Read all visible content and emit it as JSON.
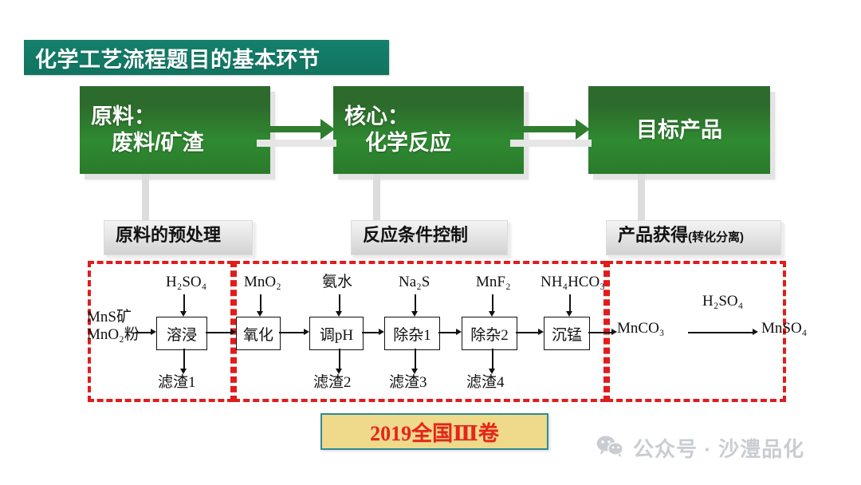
{
  "slide": {
    "title": "化学工艺流程题目的基本环节",
    "title_color": "#127d68"
  },
  "stages": [
    {
      "name": "raw-material",
      "line1": "原料：",
      "line2": "废料/矿渣",
      "align": "left"
    },
    {
      "name": "core-reaction",
      "line1": "核心：",
      "line2": "化学反应",
      "align": "left"
    },
    {
      "name": "target-product",
      "line1": "目标产品",
      "line2": "",
      "align": "center"
    }
  ],
  "stage_box_color": "#2f7d2f",
  "labels": [
    {
      "name": "pretreatment",
      "main": "原料的预处理",
      "note": ""
    },
    {
      "name": "condition-control",
      "main": "反应条件控制",
      "note": ""
    },
    {
      "name": "product-obtain",
      "main": "产品获得",
      "note": "(转化分离)"
    }
  ],
  "frame_color": "#e21b1b",
  "flow": {
    "inputs": {
      "feed_line1": "MnS矿",
      "feed_line2": "MnO₂粉"
    },
    "reagents": [
      {
        "name": "h2so4-leach",
        "text": "H₂SO₄"
      },
      {
        "name": "mno2-oxidize",
        "text": "MnO₂"
      },
      {
        "name": "ammonia",
        "text": "氨水"
      },
      {
        "name": "na2s",
        "text": "Na₂S"
      },
      {
        "name": "mnf2",
        "text": "MnF₂"
      },
      {
        "name": "nh4hco3",
        "text": "NH₄HCO₃"
      }
    ],
    "units": [
      {
        "name": "leach",
        "text": "溶浸"
      },
      {
        "name": "oxidize",
        "text": "氧化"
      },
      {
        "name": "ph-adjust",
        "text": "调pH"
      },
      {
        "name": "purify-1",
        "text": "除杂1"
      },
      {
        "name": "purify-2",
        "text": "除杂2"
      },
      {
        "name": "precipitate-mn",
        "text": "沉锰"
      }
    ],
    "residues": [
      {
        "name": "residue-1",
        "text": "滤渣1"
      },
      {
        "name": "residue-2",
        "text": "滤渣2"
      },
      {
        "name": "residue-3",
        "text": "滤渣3"
      },
      {
        "name": "residue-4",
        "text": "滤渣4"
      }
    ],
    "products": {
      "intermediate": "MnCO₃",
      "conversion_reagent": "H₂SO₄",
      "final": "MnSO₄"
    }
  },
  "source": {
    "text": "2019全国Ⅲ卷",
    "text_color": "#e8241a",
    "fill_color": "#efd98a",
    "border_color": "#2e8a96"
  },
  "watermark": {
    "icon": "wechat-icon",
    "text": "公众号 · 沙澧品化"
  }
}
